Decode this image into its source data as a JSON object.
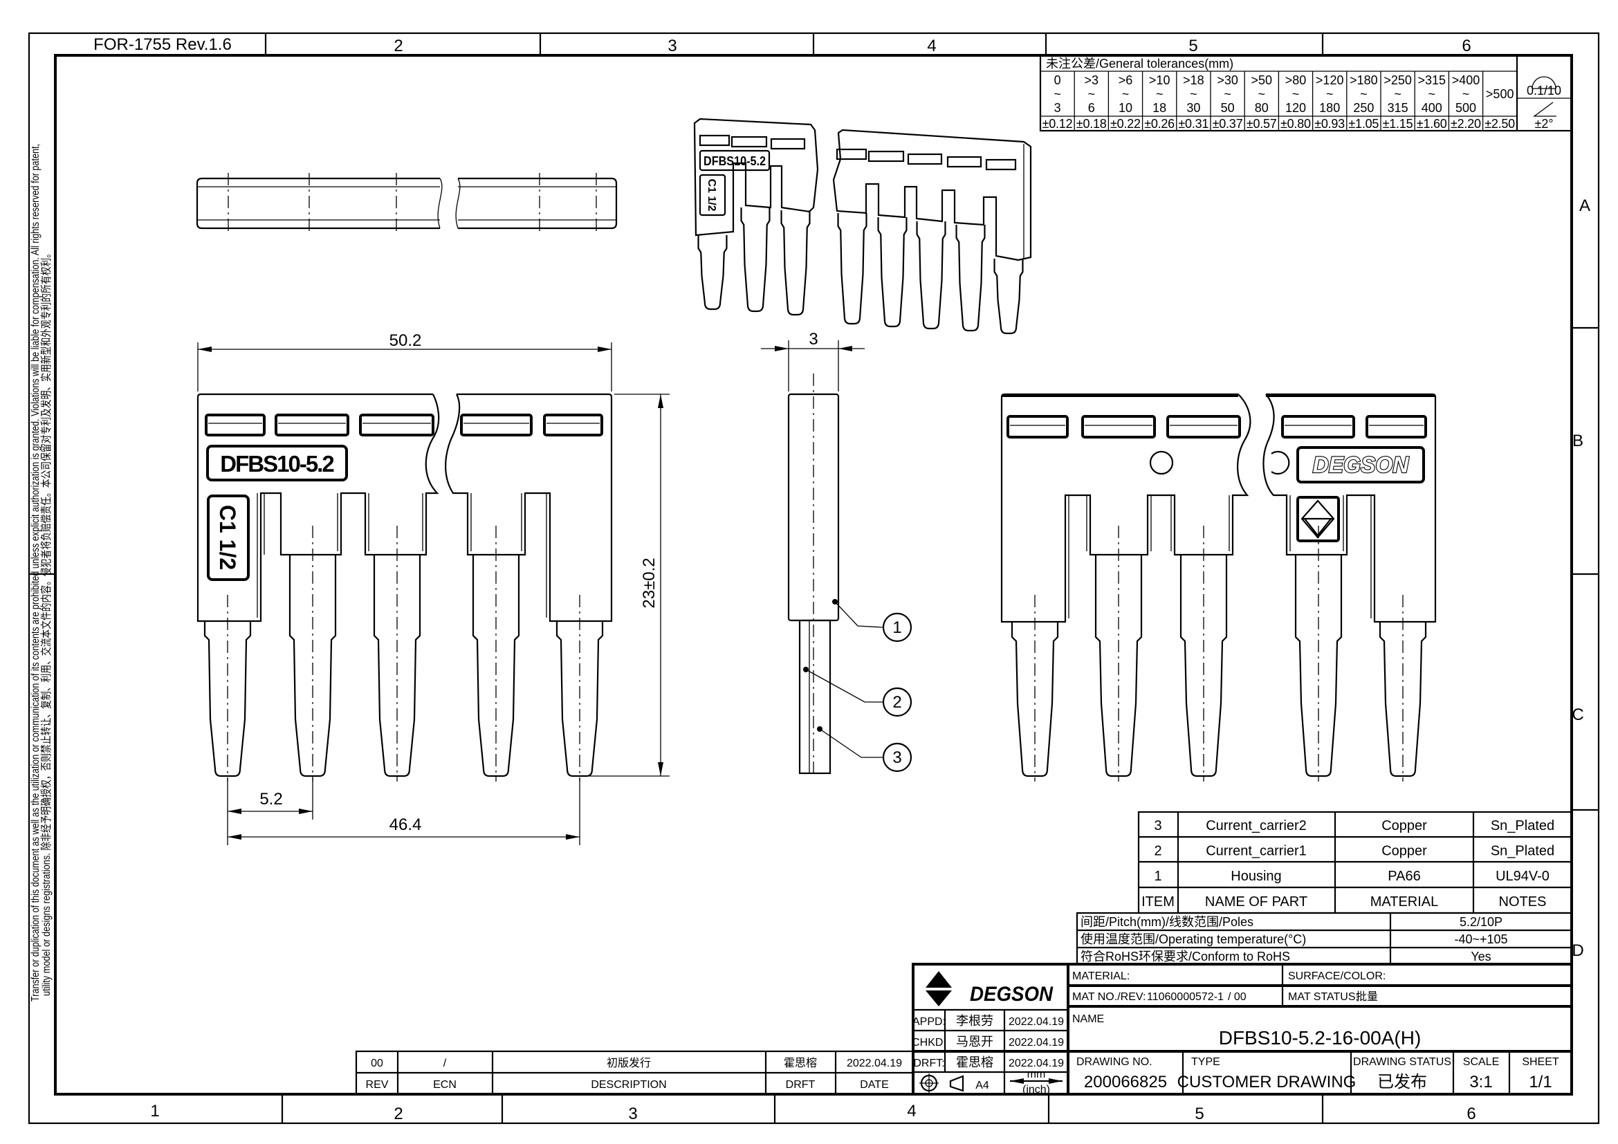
{
  "sheet": {
    "form_id": "FOR-1755 Rev.1.6",
    "col_labels_top": [
      "2",
      "3",
      "4",
      "5",
      "6"
    ],
    "col_labels_bottom": [
      "1",
      "2",
      "3",
      "4",
      "5",
      "6"
    ],
    "row_labels": [
      "A",
      "B",
      "C",
      "D"
    ],
    "disclaimer": [
      "Transfer or duplication of this document as well as the utilization or communication of its contents are prohibited unless explicit authorization is granted. Violations will be liable for compensation. All rights reserved for patent,",
      "utility model or designs registrations.  除非经予明确授权，否则禁止转让、复制、利用、交流本文件的内容。侵犯者将负赔偿责任。本公司保留对专利及发明、实用新型和外观专利的所有权利。"
    ]
  },
  "tolerances": {
    "title": "未注公差/General tolerances(mm)",
    "ranges": [
      {
        "from": "0",
        "to": "3",
        "tol": "±0.12"
      },
      {
        "from": ">3",
        "to": "6",
        "tol": "±0.18"
      },
      {
        "from": ">6",
        "to": "10",
        "tol": "±0.22"
      },
      {
        "from": ">10",
        "to": "18",
        "tol": "±0.26"
      },
      {
        "from": ">18",
        "to": "30",
        "tol": "±0.31"
      },
      {
        "from": ">30",
        "to": "50",
        "tol": "±0.37"
      },
      {
        "from": ">50",
        "to": "80",
        "tol": "±0.57"
      },
      {
        "from": ">80",
        "to": "120",
        "tol": "±0.80"
      },
      {
        "from": ">120",
        "to": "180",
        "tol": "±0.93"
      },
      {
        "from": ">180",
        "to": "250",
        "tol": "±1.05"
      },
      {
        "from": ">250",
        "to": "315",
        "tol": "±1.15"
      },
      {
        "from": ">315",
        "to": "400",
        "tol": "±1.60"
      },
      {
        "from": ">400",
        "to": "500",
        "tol": "±2.20"
      }
    ],
    "range_sep": "~",
    "last": {
      "range": ">500",
      "tol": "±2.50"
    },
    "flatness": "0.1/10",
    "angle": "±2°"
  },
  "views": {
    "part_label": "DFBS10-5.2",
    "cert_label": "C1 1/2",
    "brand": "DEGSON",
    "dims": {
      "overall_width": "50.2",
      "height": "23±0.2",
      "pitch": "5.2",
      "pin_span": "46.4",
      "thickness": "3"
    },
    "balloons": [
      "1",
      "2",
      "3"
    ]
  },
  "parts": {
    "headers": [
      "ITEM",
      "NAME OF PART",
      "MATERIAL",
      "NOTES"
    ],
    "rows": [
      [
        "3",
        "Current_carrier2",
        "Copper",
        "Sn_Plated"
      ],
      [
        "2",
        "Current_carrier1",
        "Copper",
        "Sn_Plated"
      ],
      [
        "1",
        "Housing",
        "PA66",
        "UL94V-0"
      ]
    ]
  },
  "specs": [
    {
      "label": "间距/Pitch(mm)/线数范围/Poles",
      "value": "5.2/10P"
    },
    {
      "label": "使用温度范围/Operating temperature(°C)",
      "value": "-40~+105"
    },
    {
      "label": "符合RoHS环保要求/Conform to RoHS",
      "value": "Yes"
    }
  ],
  "title_block": {
    "logo": "DEGSON",
    "material_label": "MATERIAL:",
    "surface_label": "SURFACE/COLOR:",
    "mat_no_label": "MAT NO./REV:",
    "mat_no_value": "11060000572-1",
    "mat_rev": "/ 00",
    "mat_status_label": "MAT STATUS:",
    "mat_status_value": "批量",
    "name_label": "NAME",
    "name_value": "DFBS10-5.2-16-00A(H)",
    "approvals": [
      {
        "role": "APPD:",
        "name": "李根劳",
        "date": "2022.04.19"
      },
      {
        "role": "CHKD:",
        "name": "马恩开",
        "date": "2022.04.19"
      },
      {
        "role": "DRFT:",
        "name": "霍思榕",
        "date": "2022.04.19"
      }
    ],
    "paper_size": "A4",
    "unit_main": "mm",
    "unit_alt": "(inch)",
    "drawing_no_label": "DRAWING NO.",
    "drawing_no": "200066825",
    "type_label": "TYPE",
    "type_value": "CUSTOMER DRAWING",
    "status_label": "DRAWING STATUS",
    "status_value": "已发布",
    "scale_label": "SCALE",
    "scale_value": "3:1",
    "sheet_label": "SHEET",
    "sheet_value": "1/1"
  },
  "revision": {
    "headers": [
      "REV",
      "ECN",
      "DESCRIPTION",
      "DRFT",
      "DATE"
    ],
    "rows": [
      [
        "00",
        "/",
        "初版发行",
        "霍思榕",
        "2022.04.19"
      ]
    ]
  }
}
